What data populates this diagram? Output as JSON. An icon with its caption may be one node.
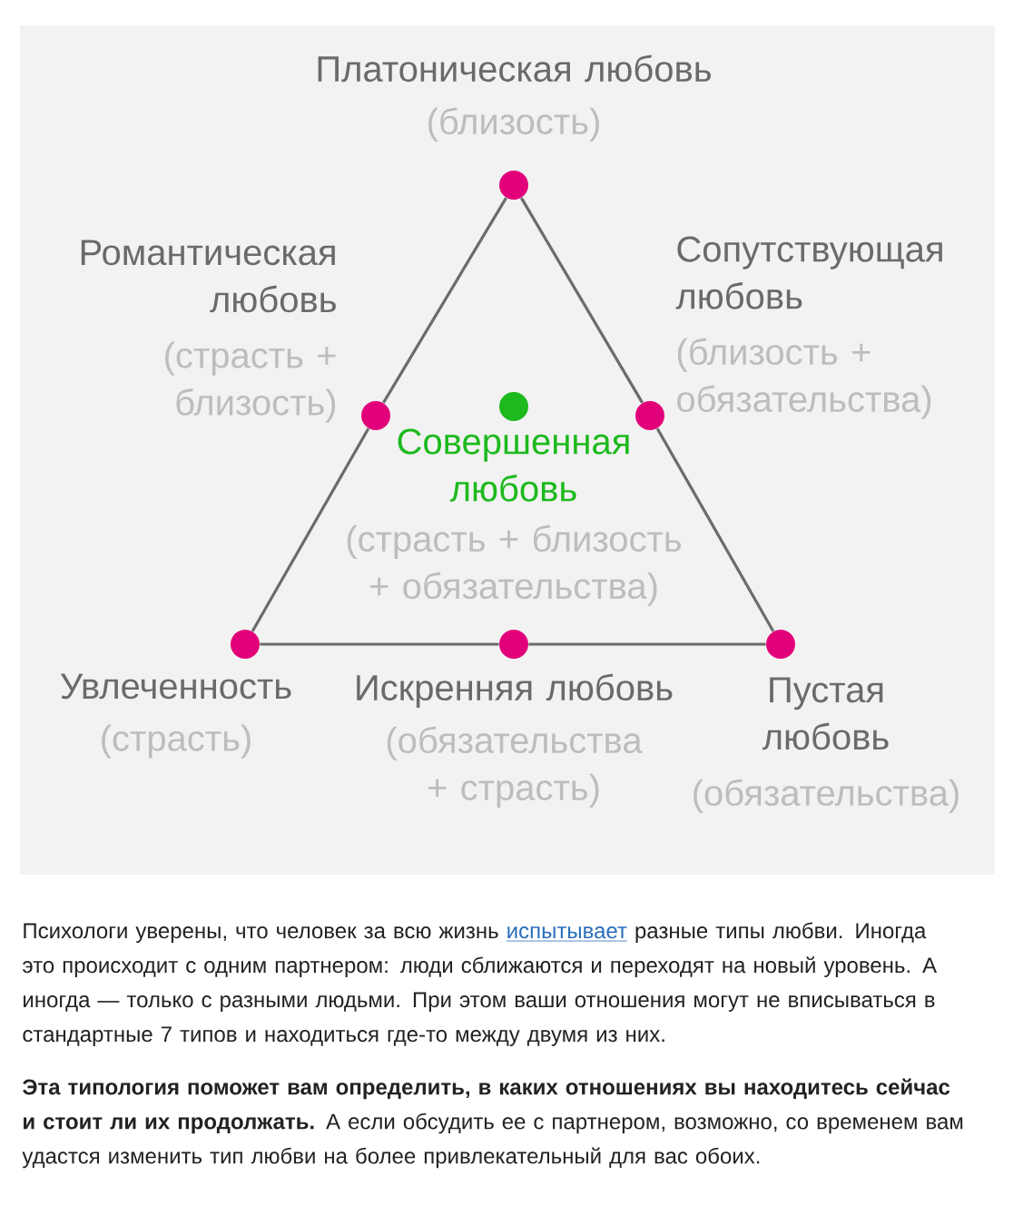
{
  "diagram": {
    "nodes": [
      {
        "text": [],
        "shape": "circle",
        "beside": [
          "Платоническая любовь",
          "(близость)"
        ]
      },
      {
        "text": [],
        "shape": "circle",
        "beside": [
          "Романтическая любовь",
          "(страсть + близость)"
        ]
      },
      {
        "text": [],
        "shape": "circle",
        "beside": [
          "Совершенная любовь",
          "(страсть + близость + обязательства)"
        ]
      },
      {
        "text": [],
        "shape": "circle",
        "beside": [
          "Сопутствующая любовь",
          "(близость + обязательства)"
        ]
      },
      {
        "text": [],
        "shape": "circle",
        "beside": [
          "Увлеченность",
          "(страсть)"
        ]
      },
      {
        "text": [],
        "shape": "circle",
        "beside": [
          "Искренняя любовь",
          "(обязательства + страсть)"
        ]
      },
      {
        "text": [],
        "shape": "circle",
        "beside": [
          "Пустая любовь",
          "(обязательства)"
        ]
      }
    ],
    "edges": [
      {
        "from": 0,
        "to": 1,
        "arrow": "none"
      },
      {
        "from": 1,
        "to": 4,
        "arrow": "none"
      },
      {
        "from": 4,
        "to": 5,
        "arrow": "none"
      },
      {
        "from": 5,
        "to": 6,
        "arrow": "none"
      },
      {
        "from": 6,
        "to": 3,
        "arrow": "none"
      },
      {
        "from": 3,
        "to": 0,
        "arrow": "none"
      }
    ],
    "labels": [
      "Психологи уверены, что человек за всю жизнь",
      "испытывает",
      "разные типы любви. Иногда это происходит с одним партнером: люди сближаются и переходят на новый уровень. А иногда — только с разными людьми. При этом ваши отношения могут не вписываться в стандартные 7 типов и находиться где-то между двумя из них.",
      "**Эта типология поможет вам определить, в каких отношениях вы находитесь сейчас и стоит ли их продолжать.** А если обсудить ее с партнером, возможно, со временем вам удастся изменить тип любви на более привлекательный для вас обоих."
    ]
  }
}
